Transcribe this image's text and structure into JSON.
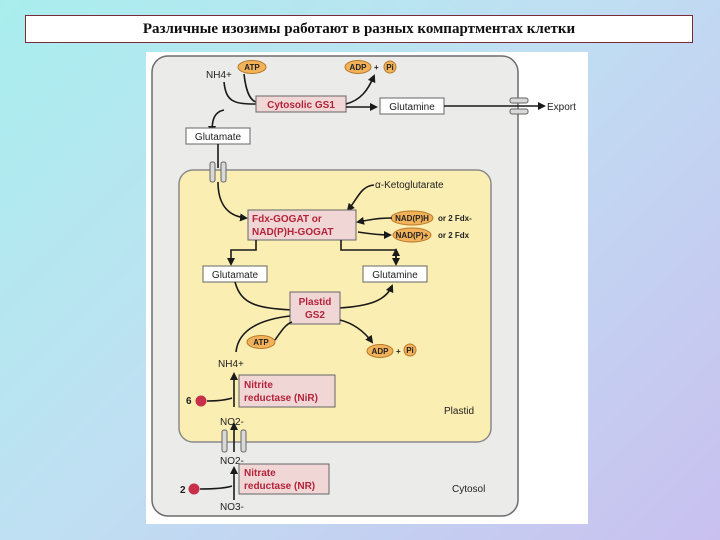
{
  "slide": {
    "title": "Различные изозимы работают в разных компартментах клетки"
  },
  "diagram": {
    "cytosol_label": "Cytosol",
    "plastid_label": "Plastid",
    "export_label": "Export",
    "nh4_top": "NH4+",
    "nh4_plastid": "NH4+",
    "atp_top": "ATP",
    "adp_top": "ADP",
    "pi_top": "Pi",
    "gs1": "Cytosolic GS1",
    "glutamine_cytosol": "Glutamine",
    "glutamate_cytosol": "Glutamate",
    "alpha_kg": "α-Ketoglutarate",
    "gogat_line1": "Fdx-GOGAT or",
    "gogat_line2": "NAD(P)H-GOGAT",
    "nadph": "NAD(P)H",
    "nadp": "NAD(P)+",
    "or_2fdx_red": "or  2 Fdx-",
    "or_2fdx_ox": "or  2 Fdx",
    "glutamate_plastid": "Glutamate",
    "glutamine_plastid": "Glutamine",
    "gs2_line1": "Plastid",
    "gs2_line2": "GS2",
    "atp_plastid": "ATP",
    "adp_plastid": "ADP",
    "pi_plastid": "Pi",
    "nir_line1": "Nitrite",
    "nir_line2": "reductase (NiR)",
    "six_e": "6",
    "no2_plastid": "NO2-",
    "no2_cytosol": "NO2-",
    "nr_line1": "Nitrate",
    "nr_line2": "reductase (NR)",
    "two_e": "2",
    "no3": "NO3-"
  },
  "colors": {
    "cell": "#ebebea",
    "plastid": "#fbeeb3",
    "enzyme_box": "#f1d6d6",
    "enzyme_text": "#b3233a",
    "atp_pill": "#f2b25a",
    "electron": "#c8304a"
  }
}
